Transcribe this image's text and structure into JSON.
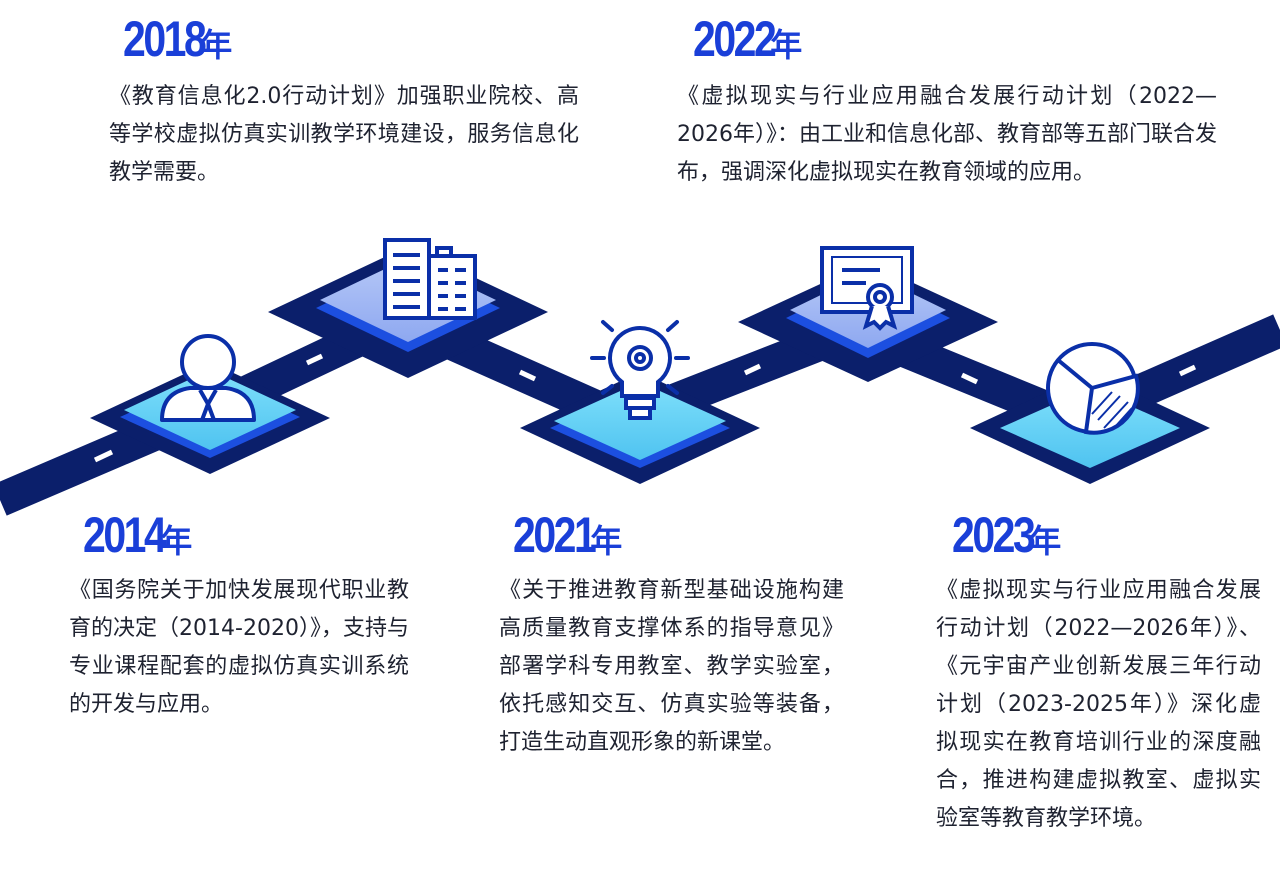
{
  "colors": {
    "road": "#0b1f6b",
    "road_edge": "#0a2fa8",
    "year": "#1a3fd8",
    "tile_light": "#6fd6f7",
    "tile_dark": "#1c4fe0",
    "icon_stroke": "#0a2fa8",
    "text": "#1e2230"
  },
  "events": [
    {
      "year": "2018",
      "unit": "年",
      "icon": "building-icon",
      "description": "《教育信息化2.0行动计划》加强职业院校、高等学校虚拟仿真实训教学环境建设，服务信息化教学需要。"
    },
    {
      "year": "2022",
      "unit": "年",
      "icon": "certificate-icon",
      "description": "《虚拟现实与行业应用融合发展行动计划（2022—2026年）》：由工业和信息化部、教育部等五部门联合发布，强调深化虚拟现实在教育领域的应用。"
    },
    {
      "year": "2014",
      "unit": "年",
      "icon": "person-icon",
      "description": "《国务院关于加快发展现代职业教育的决定（2014-2020）》，支持与专业课程配套的虚拟仿真实训系统的开发与应用。"
    },
    {
      "year": "2021",
      "unit": "年",
      "icon": "lightbulb-gear-icon",
      "description": "《关于推进教育新型基础设施构建高质量教育支撑体系的指导意见》部署学科专用教室、教学实验室，依托感知交互、仿真实验等装备，打造生动直观形象的新课堂。"
    },
    {
      "year": "2023",
      "unit": "年",
      "icon": "pie-chart-icon",
      "description": "《虚拟现实与行业应用融合发展行动计划（2022—2026年）》、《元宇宙产业创新发展三年行动计划（2023-2025年）》深化虚拟现实在教育培训行业的深度融合，推进构建虚拟教室、虚拟实验室等教育教学环境。"
    }
  ]
}
